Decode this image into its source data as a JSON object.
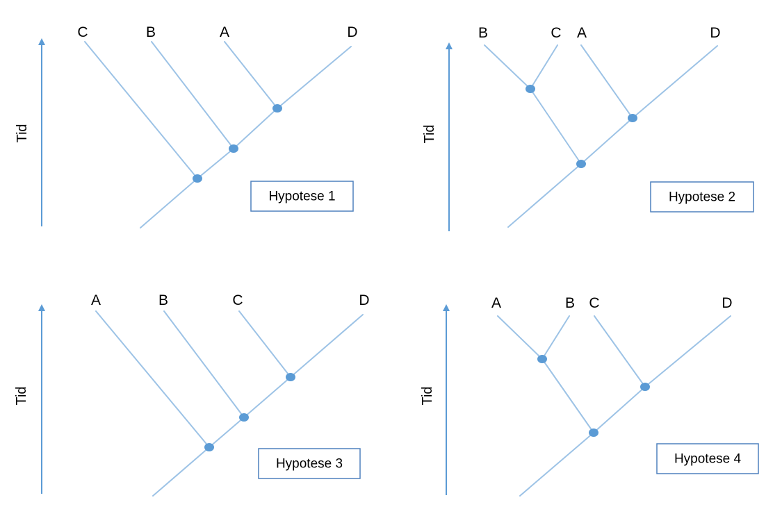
{
  "colors": {
    "branch": "#9dc3e6",
    "node": "#5b9bd5",
    "axis": "#5b9bd5",
    "box_border": "#4f81bd"
  },
  "axis_label": "Tid",
  "axis_icon": "arrow-up-icon",
  "panels": [
    {
      "hypothesis": "Hypotese 1",
      "tips": [
        "C",
        "B",
        "A",
        "D"
      ],
      "topology": "(C,(B,(A,D)))"
    },
    {
      "hypothesis": "Hypotese 2",
      "tips": [
        "B",
        "C",
        "A",
        "D"
      ],
      "topology": "((B,C),(A,D))"
    },
    {
      "hypothesis": "Hypotese 3",
      "tips": [
        "A",
        "B",
        "C",
        "D"
      ],
      "topology": "(A,(B,(C,D)))"
    },
    {
      "hypothesis": "Hypotese 4",
      "tips": [
        "A",
        "B",
        "C",
        "D"
      ],
      "topology": "((A,B),(C,D))"
    }
  ]
}
